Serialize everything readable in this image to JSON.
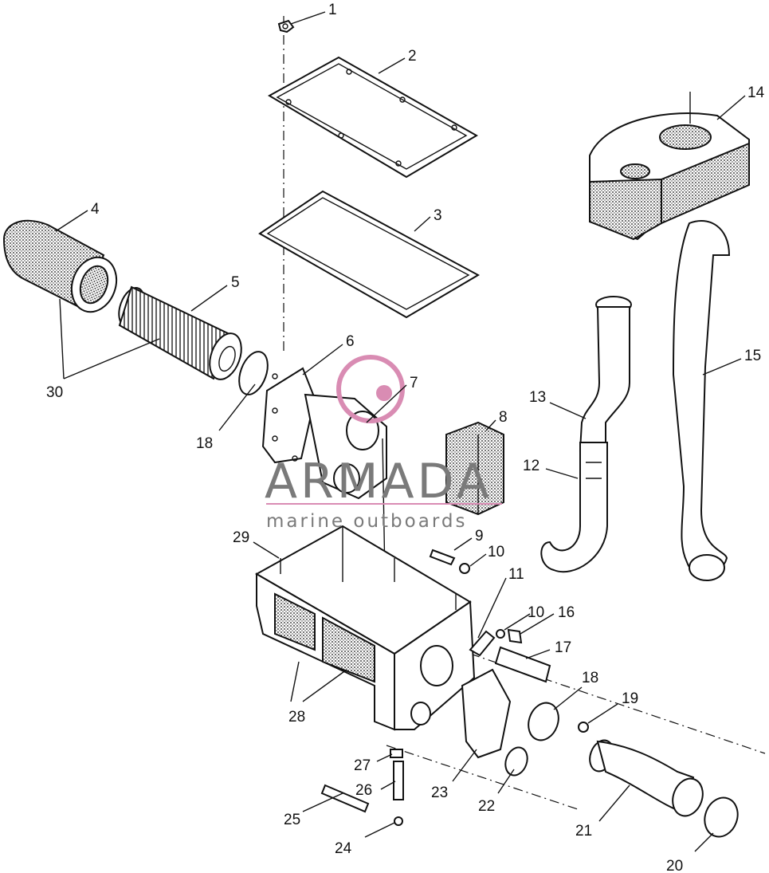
{
  "watermark": {
    "brand": "ARMADA",
    "tagline": "marine outboards",
    "accent_color": "#d98cb3",
    "text_color": "#7a7a7a"
  },
  "callouts": [
    {
      "id": "1",
      "text": "1"
    },
    {
      "id": "2",
      "text": "2"
    },
    {
      "id": "3",
      "text": "3"
    },
    {
      "id": "4",
      "text": "4"
    },
    {
      "id": "5",
      "text": "5"
    },
    {
      "id": "6",
      "text": "6"
    },
    {
      "id": "7",
      "text": "7"
    },
    {
      "id": "8",
      "text": "8"
    },
    {
      "id": "9",
      "text": "9"
    },
    {
      "id": "10a",
      "text": "10"
    },
    {
      "id": "10b",
      "text": "10"
    },
    {
      "id": "11",
      "text": "11"
    },
    {
      "id": "12",
      "text": "12"
    },
    {
      "id": "13",
      "text": "13"
    },
    {
      "id": "14",
      "text": "14"
    },
    {
      "id": "15",
      "text": "15"
    },
    {
      "id": "16",
      "text": "16"
    },
    {
      "id": "17",
      "text": "17"
    },
    {
      "id": "18a",
      "text": "18"
    },
    {
      "id": "18b",
      "text": "18"
    },
    {
      "id": "19",
      "text": "19"
    },
    {
      "id": "20",
      "text": "20"
    },
    {
      "id": "21",
      "text": "21"
    },
    {
      "id": "22",
      "text": "22"
    },
    {
      "id": "23",
      "text": "23"
    },
    {
      "id": "24",
      "text": "24"
    },
    {
      "id": "25",
      "text": "25"
    },
    {
      "id": "26",
      "text": "26"
    },
    {
      "id": "27",
      "text": "27"
    },
    {
      "id": "28",
      "text": "28"
    },
    {
      "id": "29",
      "text": "29"
    },
    {
      "id": "30",
      "text": "30"
    }
  ]
}
